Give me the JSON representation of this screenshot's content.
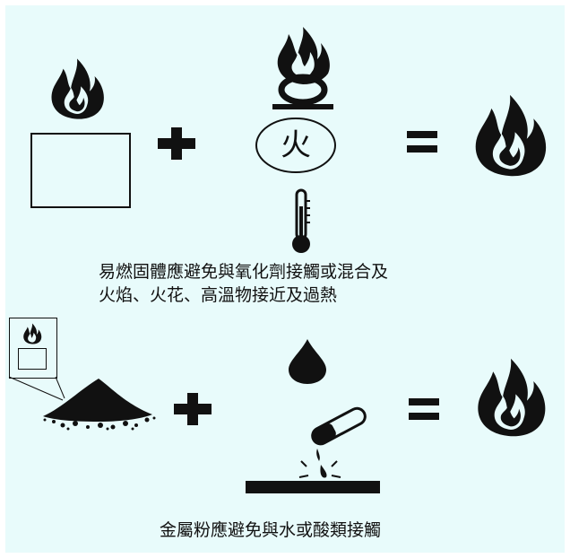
{
  "row1": {
    "oxidizer_symbol_text": "火",
    "caption_line1": "易燃固體應避免與氧化劑接觸或混合及",
    "caption_line2": "火焰、火花、高溫物接近及過熱"
  },
  "row2": {
    "caption": "金屬粉應避免與水或酸類接觸"
  },
  "colors": {
    "background": "#e8fbfb",
    "ink": "#111111"
  }
}
